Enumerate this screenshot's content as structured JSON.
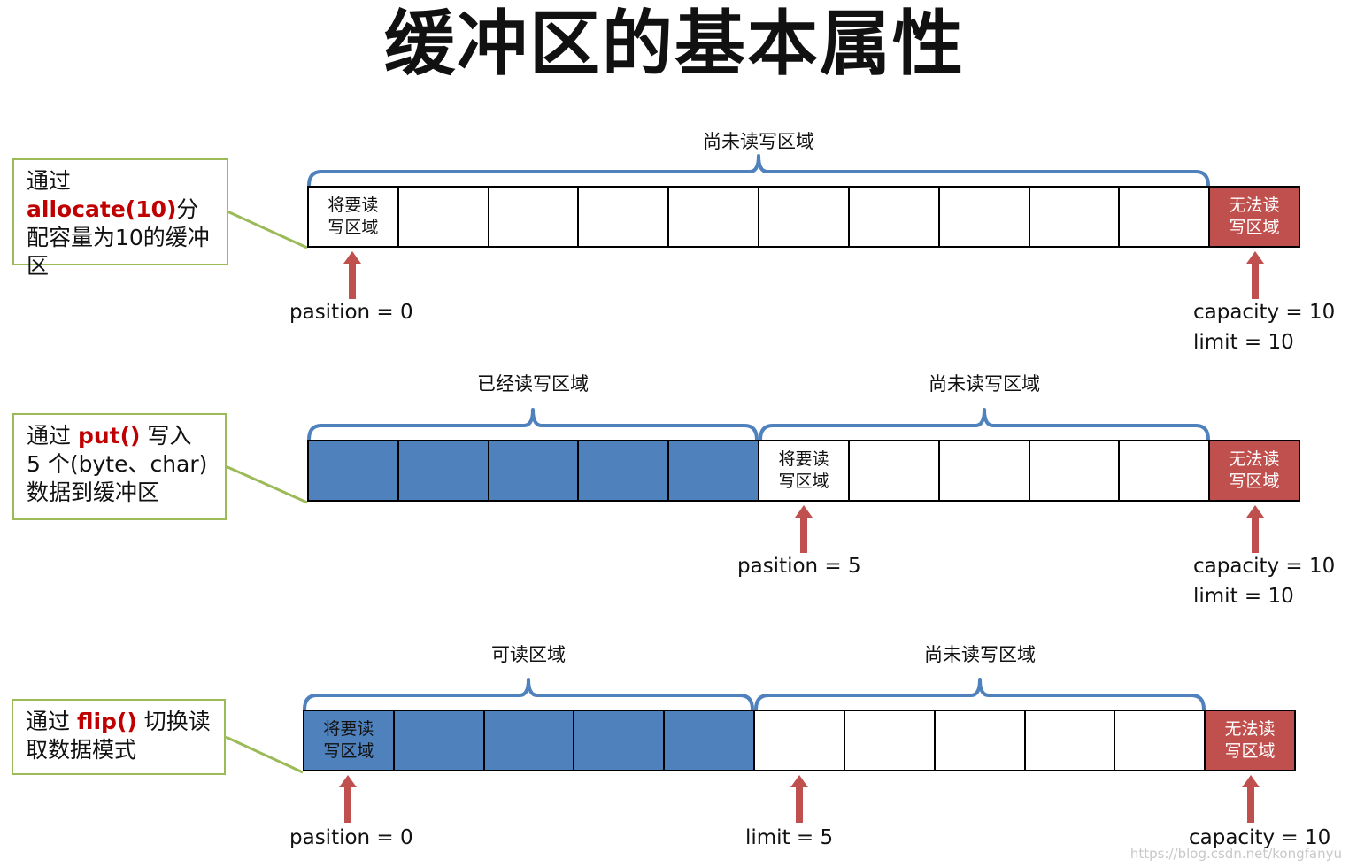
{
  "title": "缓冲区的基本属性",
  "colors": {
    "filled": "#4f81bd",
    "blocked": "#c0504d",
    "brace": "#4f81bd",
    "arrow": "#c0504d",
    "callout_border": "#9bbb59",
    "keyword": "#c00000"
  },
  "rows": [
    {
      "callout": {
        "pre": "通过 ",
        "keyword": "allocate(10)",
        "post": "分配容量为10的缓冲区"
      },
      "cells": [
        {
          "state": "empty",
          "label": "将要读\n写区域"
        },
        {
          "state": "empty",
          "label": ""
        },
        {
          "state": "empty",
          "label": ""
        },
        {
          "state": "empty",
          "label": ""
        },
        {
          "state": "empty",
          "label": ""
        },
        {
          "state": "empty",
          "label": ""
        },
        {
          "state": "empty",
          "label": ""
        },
        {
          "state": "empty",
          "label": ""
        },
        {
          "state": "empty",
          "label": ""
        },
        {
          "state": "empty",
          "label": ""
        },
        {
          "state": "blocked",
          "label": "无法读\n写区域"
        }
      ],
      "braces": [
        {
          "label": "尚未读写区域",
          "from": 0,
          "to": 10
        }
      ],
      "pointers": [
        {
          "text": "pasition = 0",
          "index": 0,
          "lines": [
            "pasition = 0"
          ]
        },
        {
          "text": "capacity / limit",
          "index": 10,
          "lines": [
            "capacity = 10",
            "limit = 10"
          ]
        }
      ]
    },
    {
      "callout": {
        "pre": "通过 ",
        "keyword": "put()",
        "post": " 写入 5 个(byte、char)数据到缓冲区"
      },
      "cells": [
        {
          "state": "filled",
          "label": ""
        },
        {
          "state": "filled",
          "label": ""
        },
        {
          "state": "filled",
          "label": ""
        },
        {
          "state": "filled",
          "label": ""
        },
        {
          "state": "filled",
          "label": ""
        },
        {
          "state": "empty",
          "label": "将要读\n写区域"
        },
        {
          "state": "empty",
          "label": ""
        },
        {
          "state": "empty",
          "label": ""
        },
        {
          "state": "empty",
          "label": ""
        },
        {
          "state": "empty",
          "label": ""
        },
        {
          "state": "blocked",
          "label": "无法读\n写区域"
        }
      ],
      "braces": [
        {
          "label": "已经读写区域",
          "from": 0,
          "to": 5
        },
        {
          "label": "尚未读写区域",
          "from": 5,
          "to": 10
        }
      ],
      "pointers": [
        {
          "text": "pasition = 5",
          "index": 5,
          "lines": [
            "pasition = 5"
          ]
        },
        {
          "text": "capacity / limit",
          "index": 10,
          "lines": [
            "capacity = 10",
            "limit = 10"
          ]
        }
      ]
    },
    {
      "callout": {
        "pre": "通过 ",
        "keyword": "flip()",
        "post": " 切换读取数据模式"
      },
      "cells": [
        {
          "state": "filled",
          "label": "将要读\n写区域"
        },
        {
          "state": "filled",
          "label": ""
        },
        {
          "state": "filled",
          "label": ""
        },
        {
          "state": "filled",
          "label": ""
        },
        {
          "state": "filled",
          "label": ""
        },
        {
          "state": "empty",
          "label": ""
        },
        {
          "state": "empty",
          "label": ""
        },
        {
          "state": "empty",
          "label": ""
        },
        {
          "state": "empty",
          "label": ""
        },
        {
          "state": "empty",
          "label": ""
        },
        {
          "state": "blocked",
          "label": "无法读\n写区域"
        }
      ],
      "braces": [
        {
          "label": "可读区域",
          "from": 0,
          "to": 5
        },
        {
          "label": "尚未读写区域",
          "from": 5,
          "to": 10
        }
      ],
      "pointers": [
        {
          "text": "pasition = 0",
          "index": 0,
          "lines": [
            "pasition = 0"
          ]
        },
        {
          "text": "limit = 5",
          "index": 5,
          "lines": [
            "limit = 5"
          ]
        },
        {
          "text": "capacity = 10",
          "index": 10,
          "lines": [
            "capacity = 10"
          ]
        }
      ]
    }
  ],
  "watermark": "https://blog.csdn.net/kongfanyu"
}
